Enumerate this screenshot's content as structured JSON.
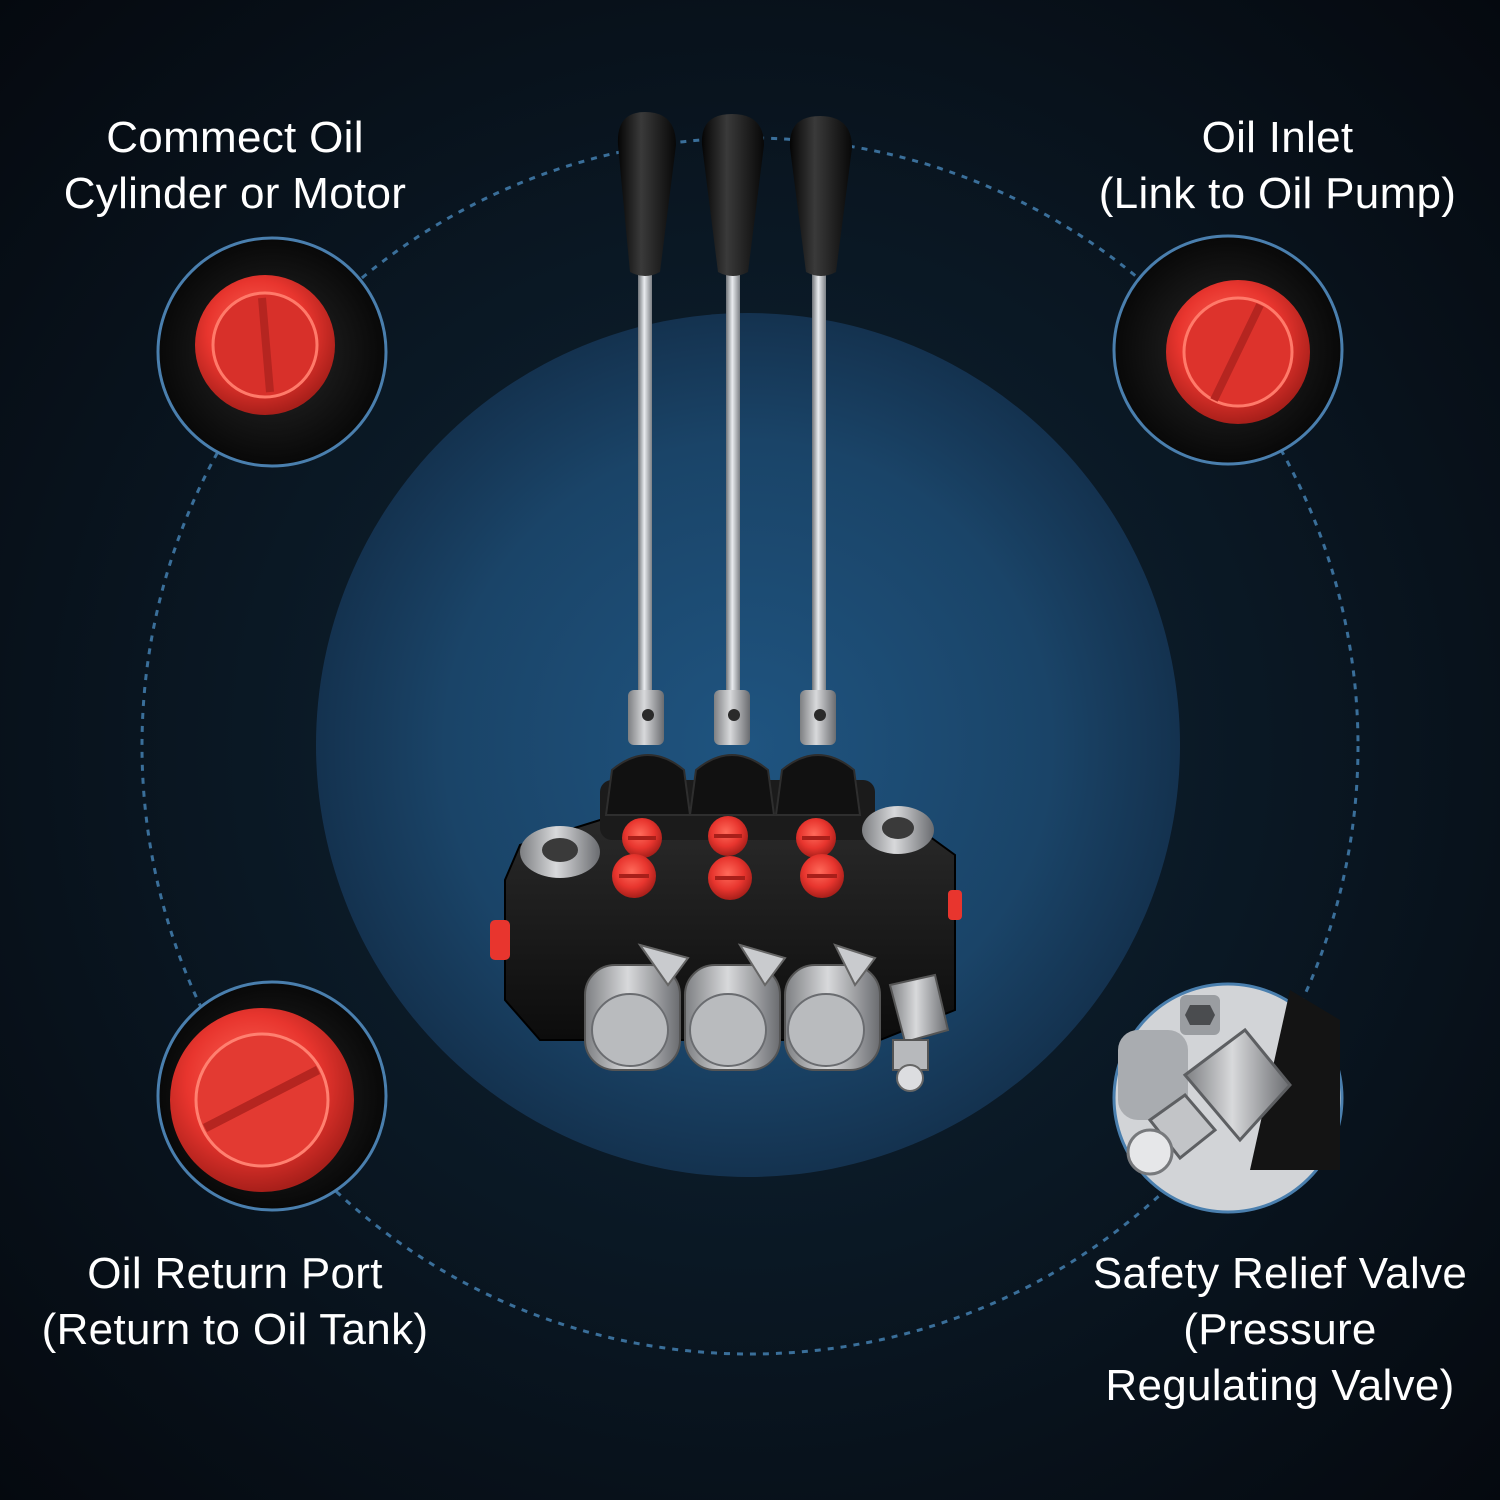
{
  "callouts": {
    "top_left": {
      "line1": "Commect Oil",
      "line2": "Cylinder or Motor",
      "icon": "red-port-cap-icon"
    },
    "top_right": {
      "line1": "Oil Inlet",
      "line2": "(Link to Oil Pump)",
      "icon": "red-port-cap-icon"
    },
    "bottom_left": {
      "line1": "Oil Return Port",
      "line2": "(Return to Oil Tank)",
      "icon": "red-port-cap-icon"
    },
    "bottom_right": {
      "line1": "Safety Relief Valve",
      "line2": "(Pressure",
      "line3": "Regulating Valve)",
      "icon": "relief-valve-nut-icon"
    }
  },
  "product": {
    "lever_count": 3,
    "port_caps": 6
  },
  "colors": {
    "background": "#0b1a27",
    "center_glow": "#1c4a70",
    "dashed_ring": "#3a6f9a",
    "cap_red": "#e8352e",
    "text": "#ffffff"
  }
}
